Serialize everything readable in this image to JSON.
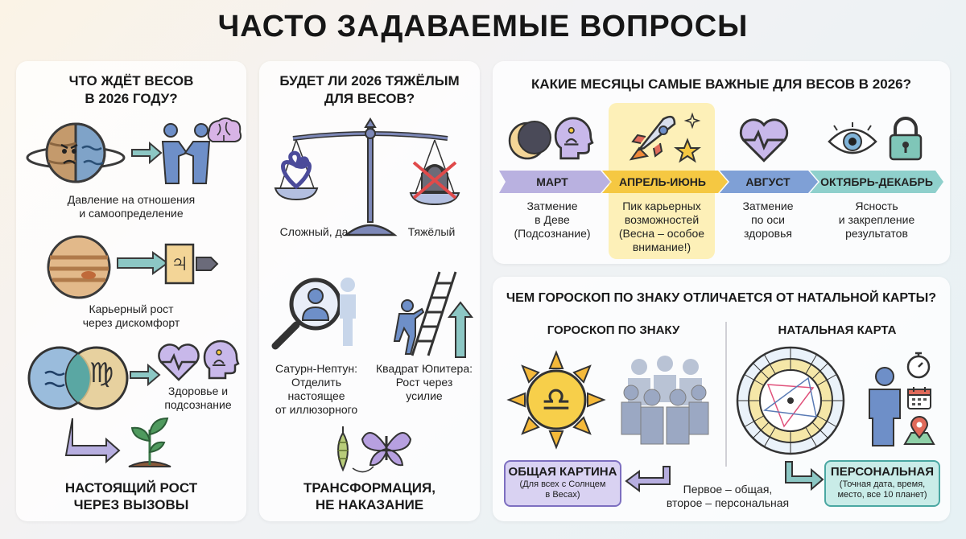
{
  "title": "ЧАСТО ЗАДАВАЕМЫЕ ВОПРОСЫ",
  "colors": {
    "purple": "#8c82c8",
    "yellow": "#f5c842",
    "blue": "#5a7bb5",
    "teal": "#5fb3b0",
    "highlight": "#fdf0b8"
  },
  "panel1": {
    "title_l1": "ЧТО ЖДЁТ ВЕСОВ",
    "title_l2": "В 2026 ГОДУ?",
    "item1_l1": "Давление на отношения",
    "item1_l2": "и самоопределение",
    "item2_l1": "Карьерный рост",
    "item2_l2": "через дискомфорт",
    "jupiter_glyph": "♃",
    "virgo_glyph": "♍",
    "item3_l1": "Здоровье и",
    "item3_l2": "подсознание",
    "bottom_l1": "НАСТОЯЩИЙ РОСТ",
    "bottom_l2": "ЧЕРЕЗ ВЫЗОВЫ"
  },
  "panel2": {
    "title_l1": "БУДЕТ ЛИ 2026 ТЯЖЁЛЫМ",
    "title_l2": "ДЛЯ ВЕСОВ?",
    "scale_left": "Сложный, да.",
    "scale_right": "Тяжёлый",
    "sn_l1": "Сатурн-Нептун:",
    "sn_l2": "Отделить",
    "sn_l3": "настоящее",
    "sn_l4": "от иллюзорного",
    "jq_l1": "Квадрат Юпитера:",
    "jq_l2": "Рост через",
    "jq_l3": "усилие",
    "bottom_l1": "ТРАНСФОРМАЦИЯ,",
    "bottom_l2": "НЕ НАКАЗАНИЕ"
  },
  "panel3": {
    "title": "КАКИЕ МЕСЯЦЫ САМЫЕ ВАЖНЫЕ ДЛЯ ВЕСОВ В 2026?",
    "months": [
      {
        "label": "МАРТ",
        "d1": "Затмение",
        "d2": "в Деве",
        "d3": "(Подсознание)",
        "d4": "",
        "color": "#b9b1e0"
      },
      {
        "label": "АПРЕЛЬ-ИЮНЬ",
        "d1": "Пик карьерных",
        "d2": "возможностей",
        "d3": "(Весна – особое",
        "d4": "внимание!)",
        "color": "#f5c842"
      },
      {
        "label": "АВГУСТ",
        "d1": "Затмение",
        "d2": "по оси",
        "d3": "здоровья",
        "d4": "",
        "color": "#7fa0d6"
      },
      {
        "label": "ОКТЯБРЬ-ДЕКАБРЬ",
        "d1": "Ясность",
        "d2": "и закрепление",
        "d3": "результатов",
        "d4": "",
        "color": "#8fd0cc"
      }
    ]
  },
  "panel4": {
    "title": "ЧЕМ ГОРОСКОП ПО ЗНАКУ ОТЛИЧАЕТСЯ ОТ НАТАЛЬНОЙ КАРТЫ?",
    "left_title": "ГОРОСКОП ПО ЗНАКУ",
    "right_title": "НАТАЛЬНАЯ КАРТА",
    "libra_glyph": "♎",
    "box1_title": "ОБЩАЯ КАРТИНА",
    "box1_l1": "(Для всех с Солнцем",
    "box1_l2": "в Весах)",
    "middle_l1": "Первое – общая,",
    "middle_l2": "второе – персональная",
    "box2_title": "ПЕРСОНАЛЬНАЯ",
    "box2_l1": "(Точная дата, время,",
    "box2_l2": "место, все 10 планет)"
  }
}
